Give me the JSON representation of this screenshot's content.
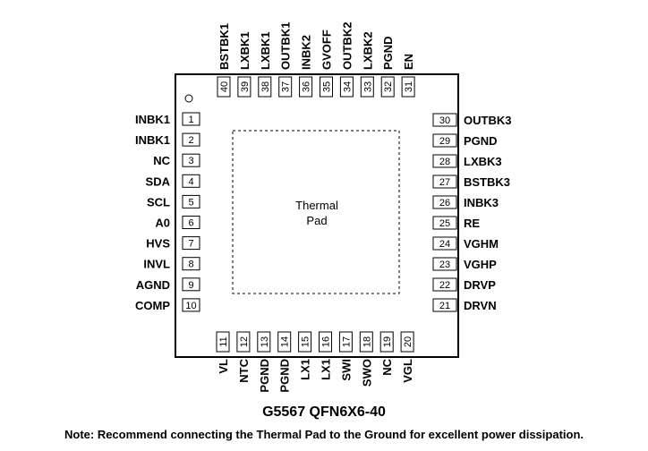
{
  "part_title": "G5567 QFN6X6-40",
  "note": "Note: Recommend connecting the Thermal Pad to the Ground for excellent power dissipation.",
  "thermal_pad": {
    "line1": "Thermal",
    "line2": "Pad"
  },
  "pins": {
    "left": [
      {
        "num": "1",
        "name": "INBK1"
      },
      {
        "num": "2",
        "name": "INBK1"
      },
      {
        "num": "3",
        "name": "NC"
      },
      {
        "num": "4",
        "name": "SDA"
      },
      {
        "num": "5",
        "name": "SCL"
      },
      {
        "num": "6",
        "name": "A0"
      },
      {
        "num": "7",
        "name": "HVS"
      },
      {
        "num": "8",
        "name": "INVL"
      },
      {
        "num": "9",
        "name": "AGND"
      },
      {
        "num": "10",
        "name": "COMP"
      }
    ],
    "bottom": [
      {
        "num": "11",
        "name": "VL"
      },
      {
        "num": "12",
        "name": "NTC"
      },
      {
        "num": "13",
        "name": "PGND"
      },
      {
        "num": "14",
        "name": "PGND"
      },
      {
        "num": "15",
        "name": "LX1"
      },
      {
        "num": "16",
        "name": "LX1"
      },
      {
        "num": "17",
        "name": "SWI"
      },
      {
        "num": "18",
        "name": "SWO"
      },
      {
        "num": "19",
        "name": "NC"
      },
      {
        "num": "20",
        "name": "VGL"
      }
    ],
    "right": [
      {
        "num": "30",
        "name": "OUTBK3"
      },
      {
        "num": "29",
        "name": "PGND"
      },
      {
        "num": "28",
        "name": "LXBK3"
      },
      {
        "num": "27",
        "name": "BSTBK3"
      },
      {
        "num": "26",
        "name": "INBK3"
      },
      {
        "num": "25",
        "name": "RE"
      },
      {
        "num": "24",
        "name": "VGHM"
      },
      {
        "num": "23",
        "name": "VGHP"
      },
      {
        "num": "22",
        "name": "DRVP"
      },
      {
        "num": "21",
        "name": "DRVN"
      }
    ],
    "top": [
      {
        "num": "40",
        "name": "BSTBK1"
      },
      {
        "num": "39",
        "name": "LXBK1"
      },
      {
        "num": "38",
        "name": "LXBK1"
      },
      {
        "num": "37",
        "name": "OUTBK1"
      },
      {
        "num": "36",
        "name": "INBK2"
      },
      {
        "num": "35",
        "name": "GVOFF"
      },
      {
        "num": "34",
        "name": "OUTBK2"
      },
      {
        "num": "33",
        "name": "LXBK2"
      },
      {
        "num": "32",
        "name": "PGND"
      },
      {
        "num": "31",
        "name": "EN"
      }
    ]
  }
}
